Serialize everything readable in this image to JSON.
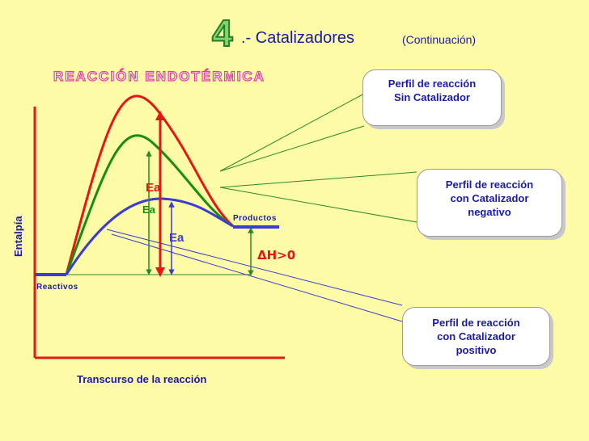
{
  "slide": {
    "number": "4",
    "title": ".- Catalizadores",
    "subtitle": "(Continuación)",
    "heading": "REACCIÓN ENDOTÉRMICA"
  },
  "diagram": {
    "y_axis_label": "Entalpía",
    "x_axis_label": "Transcurso de la reacción",
    "reactants_label": "Reactivos",
    "products_label": "Productos",
    "ea_label_no_catalyst": "Ea",
    "ea_label_negative": "Ea",
    "ea_label_positive": "Ea",
    "delta_h_label": "ΔH>0",
    "colors": {
      "no_catalyst": "#e81515",
      "negative_catalyst": "#1a8c12",
      "positive_catalyst": "#3b3bd6",
      "axis": "#e81515",
      "dimension": "#2a8a2a"
    }
  },
  "callouts": {
    "no_catalyst": "Perfil de reacción\nSin Catalizador",
    "negative_catalyst": "Perfil de reacción\ncon Catalizador\nnegativo",
    "positive_catalyst": "Perfil de reacción\ncon Catalizador\npositivo"
  }
}
